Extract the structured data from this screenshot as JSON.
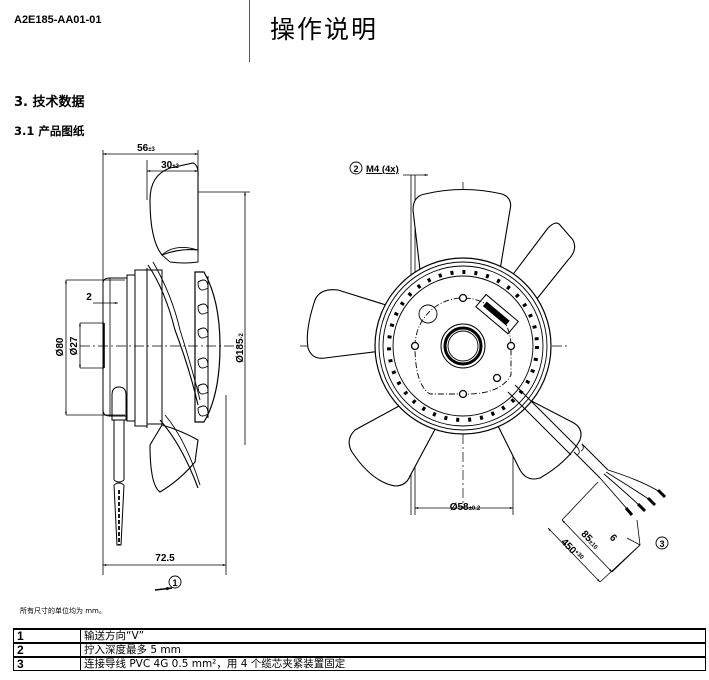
{
  "header": {
    "doc_code": "A2E185-AA01-01",
    "title": "操作说明"
  },
  "section": {
    "heading": "3. 技术数据",
    "subheading": "3.1 产品图纸"
  },
  "drawing": {
    "side_view": {
      "dim_total_depth": "56",
      "dim_total_depth_tol": "±3",
      "dim_impeller_depth": "30",
      "dim_impeller_depth_tol": "±2",
      "dim_screw_depth": "2",
      "dim_motor_diameter": "Ø80",
      "dim_hub_diameter": "Ø27",
      "dim_impeller_diameter": "Ø185",
      "dim_impeller_diameter_tol": "-2",
      "dim_cable_length": "72.5",
      "callout_airflow": "1"
    },
    "front_view": {
      "callout_thread": "2",
      "thread_label": "M4 (4x)",
      "dim_hole_spacing": "Ø58",
      "dim_hole_spacing_tol": "±0.2",
      "dim_strip_length": "85",
      "dim_strip_length_tol": "±10",
      "dim_cable_total": "450",
      "dim_cable_total_tol": "+30",
      "dim_wire_end": "6",
      "callout_cable": "3"
    }
  },
  "units_note": "所有尺寸的单位均为 mm。",
  "legend": [
    {
      "num": "1",
      "text": "输送方向“V”"
    },
    {
      "num": "2",
      "text": "拧入深度最多 5 mm"
    },
    {
      "num": "3",
      "text": "连接导线 PVC 4G 0.5 mm²，用 4 个缆芯夹紧装置固定"
    }
  ]
}
